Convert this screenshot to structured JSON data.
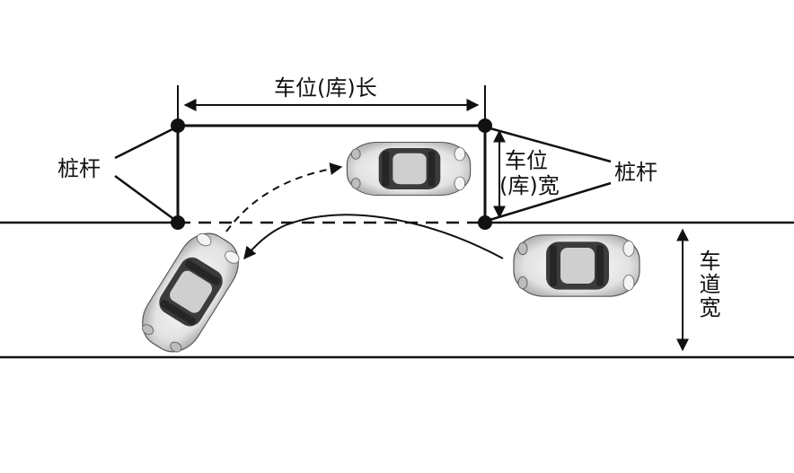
{
  "labels": {
    "space_length": "车位(库)长",
    "space_width_line1": "车位",
    "space_width_line2": "(库)宽",
    "pole_left": "桩杆",
    "pole_right": "桩杆",
    "lane_width": "车道宽"
  },
  "colors": {
    "line": "#111111",
    "car_body": "#e6e6e6",
    "car_glass": "#3a3a3a"
  }
}
